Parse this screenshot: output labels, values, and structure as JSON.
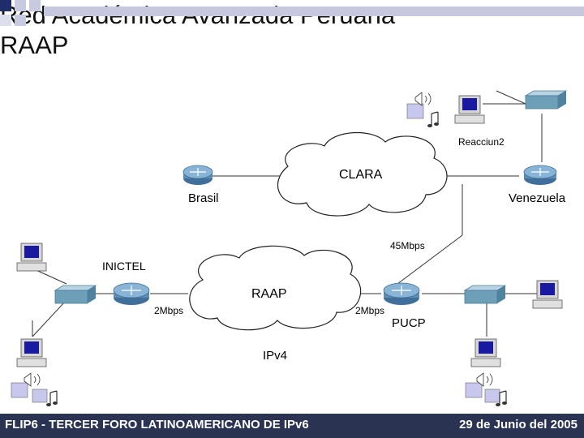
{
  "slide": {
    "title_line1": "Red Académica Avanzada Peruana",
    "title_line2": "RAAP",
    "footer_left": "FLIP6 - TERCER FORO LATINOAMERICANO DE IPv6",
    "footer_right": "29 de Junio del 2005"
  },
  "diagram": {
    "labels": {
      "reacciun2": "Reacciun2",
      "clara": "CLARA",
      "brasil": "Brasil",
      "venezuela": "Venezuela",
      "link_45": "45Mbps",
      "inictel": "INICTEL",
      "raap": "RAAP",
      "link_2_left": "2Mbps",
      "link_2_right": "2Mbps",
      "pucp": "PUCP",
      "ipv4": "IPv4"
    }
  },
  "colors": {
    "footer_bg": "#2a3452",
    "router": "#5e8db4",
    "switch": "#6e9fb8",
    "monitor_screen": "#1a1aa0",
    "header_squares": "#1f2d6b"
  }
}
